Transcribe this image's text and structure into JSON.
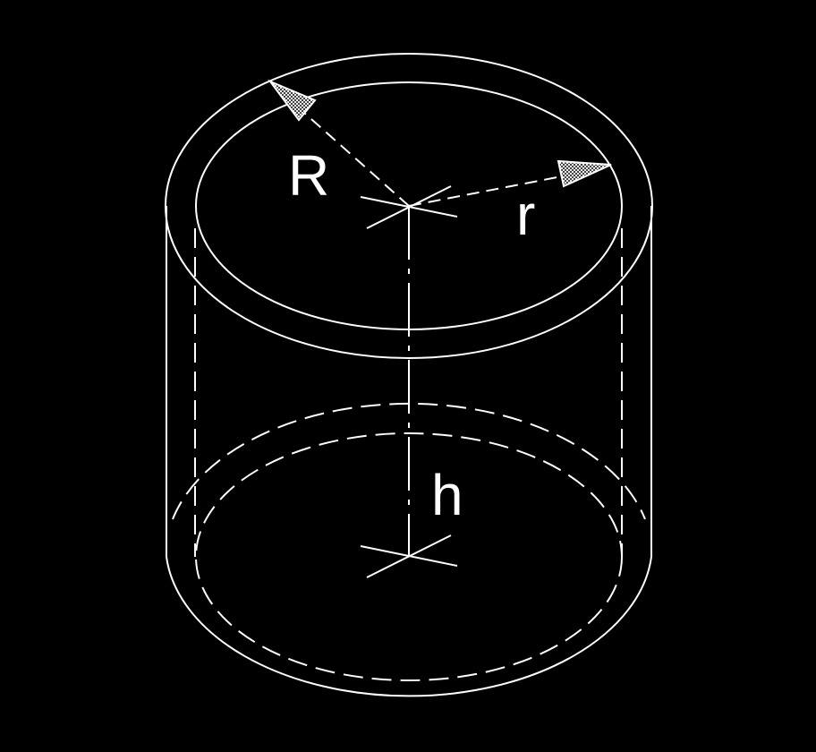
{
  "diagram": {
    "type": "hollow-cylinder",
    "labels": {
      "outer_radius": "R",
      "inner_radius": "r",
      "height": "h"
    },
    "colors": {
      "background": "#000000",
      "stroke": "#ffffff"
    }
  }
}
